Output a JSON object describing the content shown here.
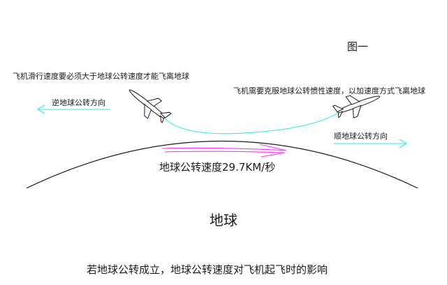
{
  "figure_label": "图一",
  "notes": {
    "left_plane": "飞机滑行速度要必须大于地球公转速度才能飞离地球",
    "right_plane": "飞机需要克服地球公转惯性速度，以加速度方式飞离地球"
  },
  "arrows": {
    "against_orbit": "逆地球公转方向",
    "along_orbit": "顺地球公转方向"
  },
  "orbital_speed": "地球公转速度29.7KM/秒",
  "earth_label": "地球",
  "caption": "若地球公转成立，地球公转速度对飞机起飞时的影响",
  "colors": {
    "cyan": "#33e6f0",
    "magenta": "#ff33ff",
    "outline": "#1a1a1a"
  },
  "icons": [
    "airplane-icon",
    "airplane-icon"
  ]
}
